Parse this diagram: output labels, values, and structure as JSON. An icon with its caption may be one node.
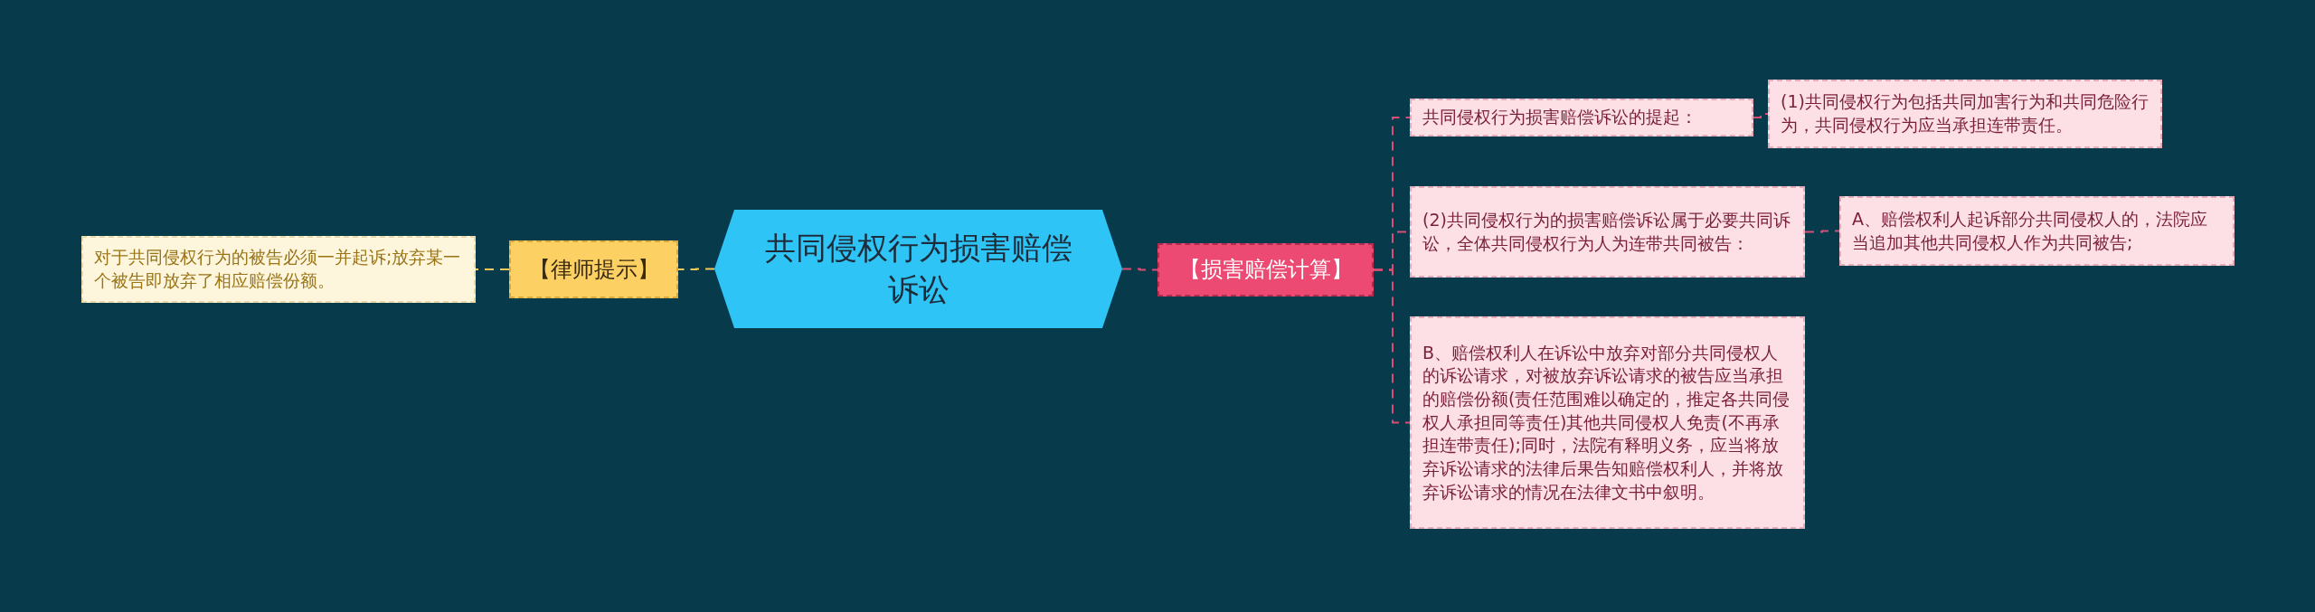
{
  "diagram": {
    "nodes": [
      {
        "text": [
          "共同侵权行为损害赔偿诉讼"
        ]
      },
      {
        "text": [
          "【律师提示】"
        ]
      },
      {
        "text": [
          "对于共同侵权行为的被告必须一并起诉;放弃某一个被告即放弃了相应赔偿份额。"
        ]
      },
      {
        "text": [
          "【损害赔偿计算】"
        ]
      },
      {
        "text": [
          "共同侵权行为损害赔偿诉讼的提起："
        ]
      },
      {
        "text": [
          "(1)共同侵权行为包括共同加害行为和共同危险行为，共同侵权行为应当承担连带责任。"
        ]
      },
      {
        "text": [
          "(2)共同侵权行为的损害赔偿诉讼属于必要共同诉讼，全体共同侵权行为人为连带共同被告："
        ]
      },
      {
        "text": [
          "A、赔偿权利人起诉部分共同侵权人的，法院应当追加其他共同侵权人作为共同被告;"
        ]
      },
      {
        "text": [
          "B、赔偿权利人在诉讼中放弃对部分共同侵权人的诉讼请求，对被放弃诉讼请求的被告应当承担的赔偿份额(责任范围难以确定的，推定各共同侵权人承担同等责任)其他共同侵权人免责(不再承担连带责任);同时，法院有释明义务，应当将放弃诉讼请求的法律后果告知赔偿权利人，并将放弃诉讼请求的情况在法律文书中叙明。"
        ]
      }
    ],
    "edges": [
      {
        "from": 0,
        "to": 1,
        "arrow": "none",
        "color": "#f5c85a"
      },
      {
        "from": 1,
        "to": 2,
        "arrow": "none",
        "color": "#f5c85a"
      },
      {
        "from": 0,
        "to": 3,
        "arrow": "none"
      },
      {
        "from": 3,
        "to": 4,
        "arrow": "none"
      },
      {
        "from": 4,
        "to": 5,
        "arrow": "none"
      },
      {
        "from": 3,
        "to": 6,
        "arrow": "none"
      },
      {
        "from": 6,
        "to": 7,
        "arrow": "none"
      },
      {
        "from": 3,
        "to": 8,
        "arrow": "none"
      }
    ]
  }
}
